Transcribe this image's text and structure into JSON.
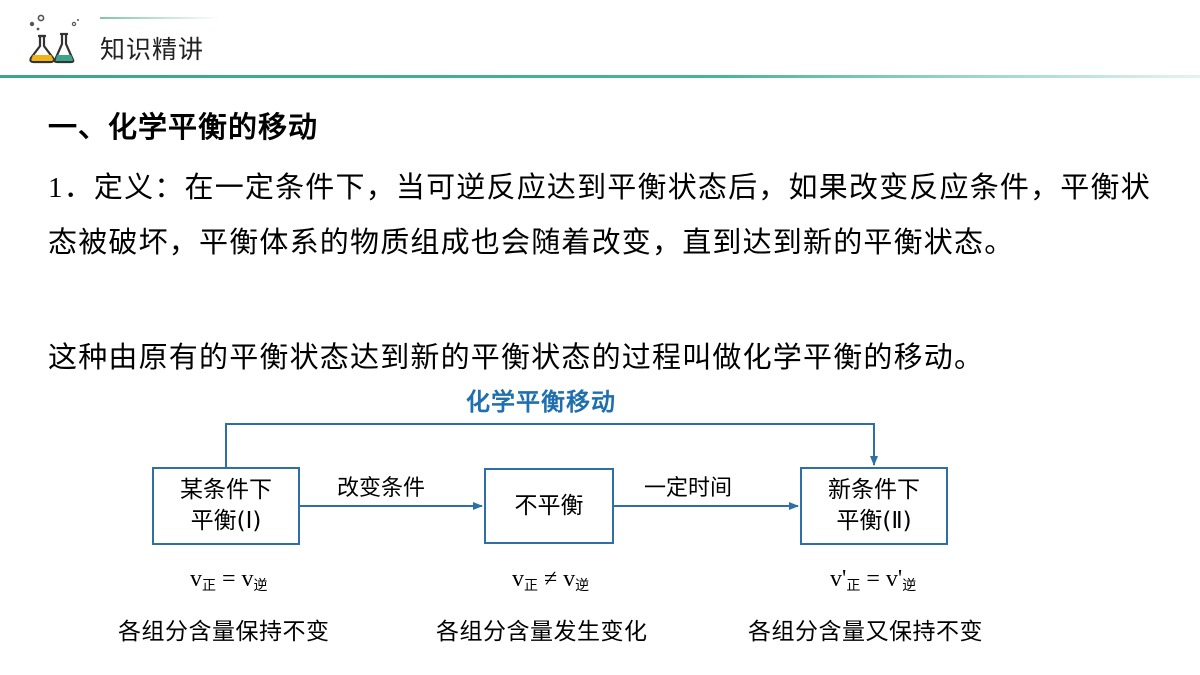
{
  "header": {
    "title": "知识精讲",
    "logo_icon": "flask-icon"
  },
  "section": {
    "title": "一、化学平衡的移动"
  },
  "definition": {
    "number": "1",
    "text": "．定义：在一定条件下，当可逆反应达到平衡状态后，如果改变反应条件，平衡状态被破坏，平衡体系的物质组成也会随着改变，直到达到新的平衡状态。"
  },
  "summary": "这种由原有的平衡状态达到新的平衡状态的过程叫做化学平衡的移动。",
  "diagram": {
    "shift_label": "化学平衡移动",
    "boxes": [
      {
        "line1": "某条件下",
        "line2": "平衡(Ⅰ)"
      },
      {
        "line1": "不平衡",
        "line2": ""
      },
      {
        "line1": "新条件下",
        "line2": "平衡(Ⅱ)"
      }
    ],
    "arrows": [
      {
        "label": "改变条件"
      },
      {
        "label": "一定时间"
      }
    ],
    "rates": [
      {
        "left": "v",
        "left_sub": "正",
        "op": " = ",
        "right": "v",
        "right_sub": "逆"
      },
      {
        "left": "v",
        "left_sub": "正",
        "op": " ≠ ",
        "right": "v",
        "right_sub": "逆"
      },
      {
        "left": "v'",
        "left_sub": "正",
        "op": " = ",
        "right": "v'",
        "right_sub": "逆"
      }
    ],
    "states": [
      "各组分含量保持不变",
      "各组分含量发生变化",
      "各组分含量又保持不变"
    ]
  },
  "colors": {
    "accent_green": "#3aa58a",
    "box_border": "#2f6fa8",
    "shift_label": "#1f6fb0",
    "logo_yellow": "#f2b21b"
  }
}
